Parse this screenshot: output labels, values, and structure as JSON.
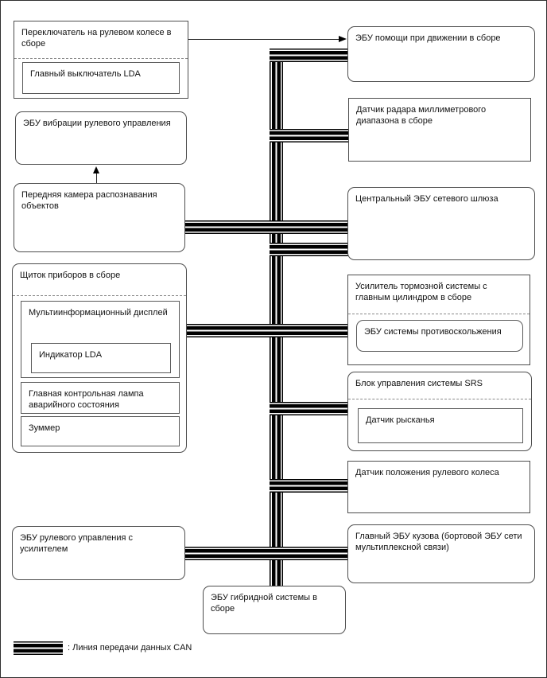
{
  "boxes": {
    "steering_switch": "Переключатель на рулевом колесе в сборе",
    "lda_switch": "Главный выключатель LDA",
    "vibration_ecu": "ЭБУ вибрации рулевого управления",
    "front_camera": "Передняя камера распознавания объектов",
    "instrument_cluster": "Щиток приборов в сборе",
    "multi_display": "Мультиинформационный дисплей",
    "lda_indicator": "Индикатор LDA",
    "master_warning": "Главная контрольная лампа аварийного состояния",
    "buzzer": "Зуммер",
    "power_steering_ecu": "ЭБУ рулевого управления с усилителем",
    "driving_assist_ecu": "ЭБУ помощи при движении в сборе",
    "radar_sensor": "Датчик радара миллиметрового диапазона в сборе",
    "gateway_ecu": "Центральный ЭБУ сетевого шлюза",
    "brake_booster": "Усилитель тормозной системы с главным цилиндром в сборе",
    "skid_control_ecu": "ЭБУ системы противоскольжения",
    "srs_unit": "Блок управления системы SRS",
    "yaw_sensor": "Датчик рысканья",
    "steering_angle_sensor": "Датчик положения рулевого колеса",
    "main_body_ecu": "Главный ЭБУ кузова (бортовой ЭБУ сети мультиплексной связи)",
    "hybrid_ecu": "ЭБУ гибридной системы в сборе"
  },
  "legend": {
    "can_line_label": ": Линия передачи данных CAN"
  },
  "colors": {
    "bus_line": "#000000",
    "box_border": "#4d4d4d"
  }
}
